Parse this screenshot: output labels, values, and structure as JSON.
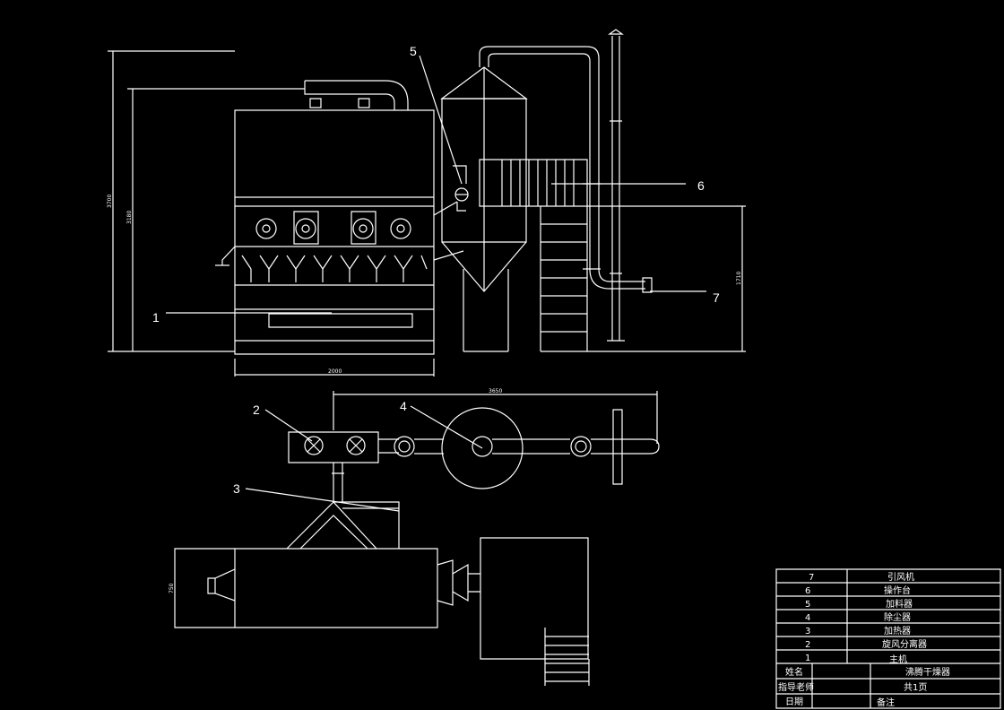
{
  "drawing": {
    "callouts": [
      "1",
      "2",
      "3",
      "4",
      "5",
      "6",
      "7"
    ],
    "dimensions": {
      "total_height": "3700",
      "body_height": "3180",
      "main_width": "2000",
      "plan_length": "3650",
      "platform_height": "1710",
      "heater_height": "750"
    }
  },
  "title_block": {
    "parts": [
      {
        "no": "7",
        "name": "引风机"
      },
      {
        "no": "6",
        "name": "操作台"
      },
      {
        "no": "5",
        "name": "加料器"
      },
      {
        "no": "4",
        "name": "除尘器"
      },
      {
        "no": "3",
        "name": "加热器"
      },
      {
        "no": "2",
        "name": "旋风分离器"
      },
      {
        "no": "1",
        "name": "主机"
      }
    ],
    "name_label": "姓名",
    "title": "沸腾干燥器",
    "teacher_label": "指导老师",
    "pages": "共1页",
    "date_label": "日期",
    "remarks_label": "备注"
  },
  "colors": {
    "background": "#000000",
    "lines": "#ffffff"
  }
}
